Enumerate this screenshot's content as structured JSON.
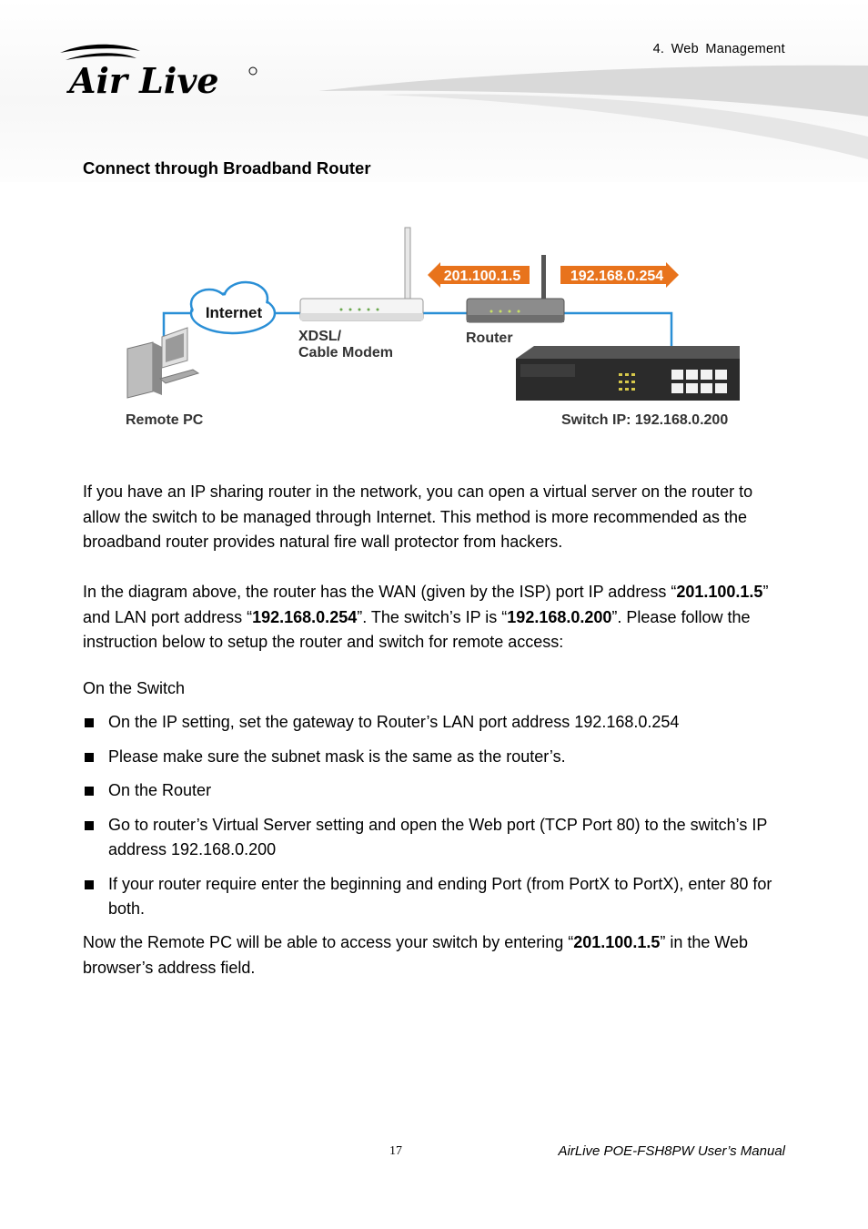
{
  "header": {
    "chapter": "4.  Web  Management",
    "logo_text": "Air Live"
  },
  "section_title": "Connect through Broadband Router",
  "diagram": {
    "cloud_label": "Internet",
    "modem_label_line1": "XDSL/",
    "modem_label_line2": "Cable Modem",
    "router_label": "Router",
    "remote_pc_label": "Remote PC",
    "switch_label": "Switch IP: 192.168.0.200",
    "wan_ip_tag": "201.100.1.5",
    "lan_ip_tag": "192.168.0.254",
    "colors": {
      "line": "#2a8fd6",
      "arrow": "#e8731c",
      "tag_text": "#ffffff"
    }
  },
  "paragraphs": {
    "p1": "If you have an IP sharing router in the network, you can open a virtual server on the router to allow the switch to be managed through Internet. This method is more recommended as the broadband router provides natural fire wall protector from hackers.",
    "p2_a": "In the diagram above, the router has the WAN (given by the ISP) port IP address “",
    "p2_wan": "201.100.1.5",
    "p2_b": "” and LAN port address “",
    "p2_lan": "192.168.0.254",
    "p2_c": "”. The switch’s IP is “",
    "p2_sw": "192.168.0.200",
    "p2_d": "”. Please follow the instruction below to setup the router and switch for remote access:",
    "on_switch": "On the Switch",
    "final_a": "Now the Remote PC will be able to access your switch by entering “",
    "final_ip": "201.100.1.5",
    "final_b": "” in the Web browser’s address field."
  },
  "bullets": [
    "On the IP setting, set the gateway to Router’s LAN port address 192.168.0.254",
    "Please make sure the subnet mask is the same as the router’s.",
    "On the Router",
    "Go to router’s Virtual Server setting and open the Web port (TCP Port 80) to the switch’s IP address 192.168.0.200",
    "If your router require enter the beginning and ending Port (from PortX to PortX), enter 80 for both."
  ],
  "footer": {
    "page_number": "17",
    "manual_title": "AirLive POE-FSH8PW User’s Manual"
  }
}
